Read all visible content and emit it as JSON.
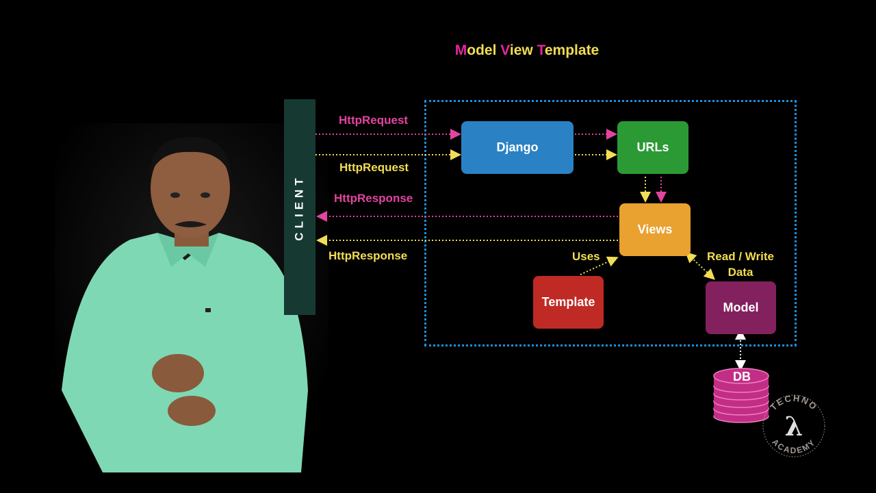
{
  "title": {
    "m": "M",
    "odel": "odel ",
    "v": "V",
    "iew": "iew ",
    "t": "T",
    "emplate": "emplate"
  },
  "client_label": "CLIENT",
  "boxes": {
    "django": "Django",
    "urls": "URLs",
    "views": "Views",
    "template": "Template",
    "model": "Model",
    "db": "DB"
  },
  "labels": {
    "http_request_1": "HttpRequest",
    "http_request_2": "HttpRequest",
    "http_response_1": "HttpResponse",
    "http_response_2": "HttpResponse",
    "uses": "Uses",
    "read_write": "Read / Write",
    "data": "Data"
  },
  "logo": {
    "top": "TECHNO",
    "bottom": "ACADEMY",
    "symbol": "λ"
  },
  "colors": {
    "pink": "#e2449f",
    "yellow": "#f2dd54",
    "frame": "#1e8fd8",
    "django": "#2a82c4",
    "urls": "#2b9a35",
    "views": "#e9a130",
    "template": "#c02a25",
    "model": "#82215d",
    "db": "#c22e86",
    "client_bar": "#163a32"
  }
}
